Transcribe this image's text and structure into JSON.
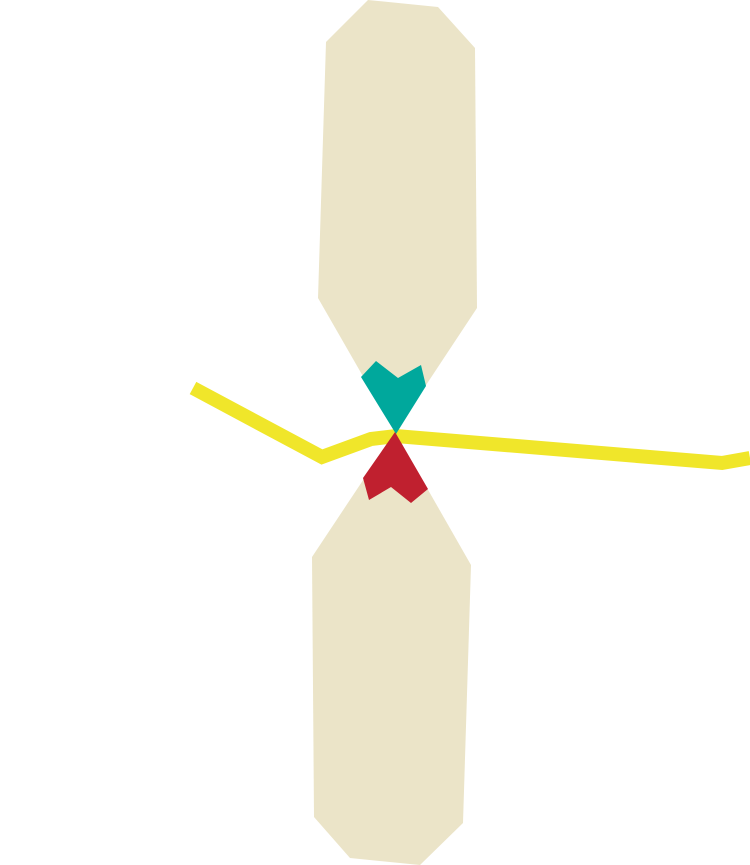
{
  "colors": {
    "background": "#ffffff",
    "chromatid_fill": "#ebe4c8",
    "upper_marker": "#00a89c",
    "lower_marker": "#c0202f",
    "crossing_line": "#f0e62a"
  },
  "elements": {
    "upper_arm": "chromosome-upper-arm",
    "lower_arm": "chromosome-lower-arm",
    "upper_marker": "teal-arrow-marker",
    "lower_marker": "red-arrow-marker",
    "crossing_line": "yellow-line"
  }
}
